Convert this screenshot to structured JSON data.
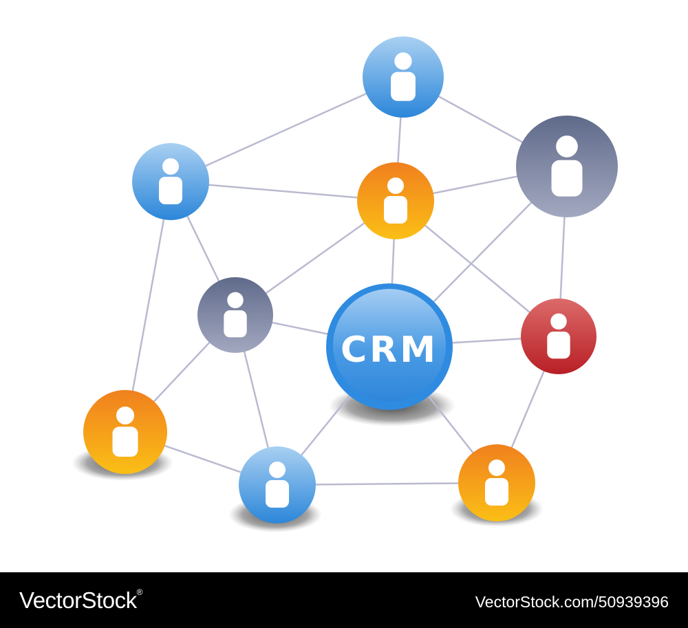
{
  "center_label": "CRM",
  "footer": {
    "brand": "VectorStock",
    "brand_mark": "®",
    "reference": "VectorStock.com/50939396"
  },
  "nodes": [
    {
      "id": "n1",
      "color": "blue",
      "icon": "person-icon"
    },
    {
      "id": "n2",
      "color": "blue",
      "icon": "person-icon"
    },
    {
      "id": "n3",
      "color": "orange",
      "icon": "person-icon"
    },
    {
      "id": "n4",
      "color": "slate",
      "icon": "person-icon"
    },
    {
      "id": "n5",
      "color": "slate",
      "icon": "person-icon"
    },
    {
      "id": "n6",
      "color": "red",
      "icon": "person-icon"
    },
    {
      "id": "n7",
      "color": "orange",
      "icon": "person-icon"
    },
    {
      "id": "n8",
      "color": "blue",
      "icon": "person-icon"
    },
    {
      "id": "n9",
      "color": "orange",
      "icon": "person-icon"
    },
    {
      "id": "crm",
      "color": "blue",
      "icon": "crm-hub"
    }
  ],
  "edges": [
    [
      "n1",
      "n2"
    ],
    [
      "n1",
      "n3"
    ],
    [
      "n1",
      "n4"
    ],
    [
      "n2",
      "n3"
    ],
    [
      "n2",
      "n5"
    ],
    [
      "n2",
      "n7"
    ],
    [
      "n3",
      "n4"
    ],
    [
      "n3",
      "n5"
    ],
    [
      "n3",
      "crm"
    ],
    [
      "n3",
      "n6"
    ],
    [
      "n4",
      "crm"
    ],
    [
      "n4",
      "n6"
    ],
    [
      "n5",
      "crm"
    ],
    [
      "n5",
      "n7"
    ],
    [
      "n5",
      "n8"
    ],
    [
      "crm",
      "n6"
    ],
    [
      "crm",
      "n8"
    ],
    [
      "crm",
      "n9"
    ],
    [
      "n6",
      "n9"
    ],
    [
      "n7",
      "n8"
    ],
    [
      "n8",
      "n9"
    ]
  ],
  "colors": {
    "line": "#b9bad0",
    "blue": [
      "#a9d0f2",
      "#2b86d9"
    ],
    "orange": [
      "#f0801e",
      "#fbbf16"
    ],
    "slate": [
      "#5f6a8a",
      "#a3a8c0"
    ],
    "red": [
      "#dc6a6a",
      "#b81f25"
    ],
    "crm": [
      "#a8d0f5",
      "#2f8be0"
    ],
    "footer_bg": "#000000",
    "footer_text": "#ffffff"
  }
}
